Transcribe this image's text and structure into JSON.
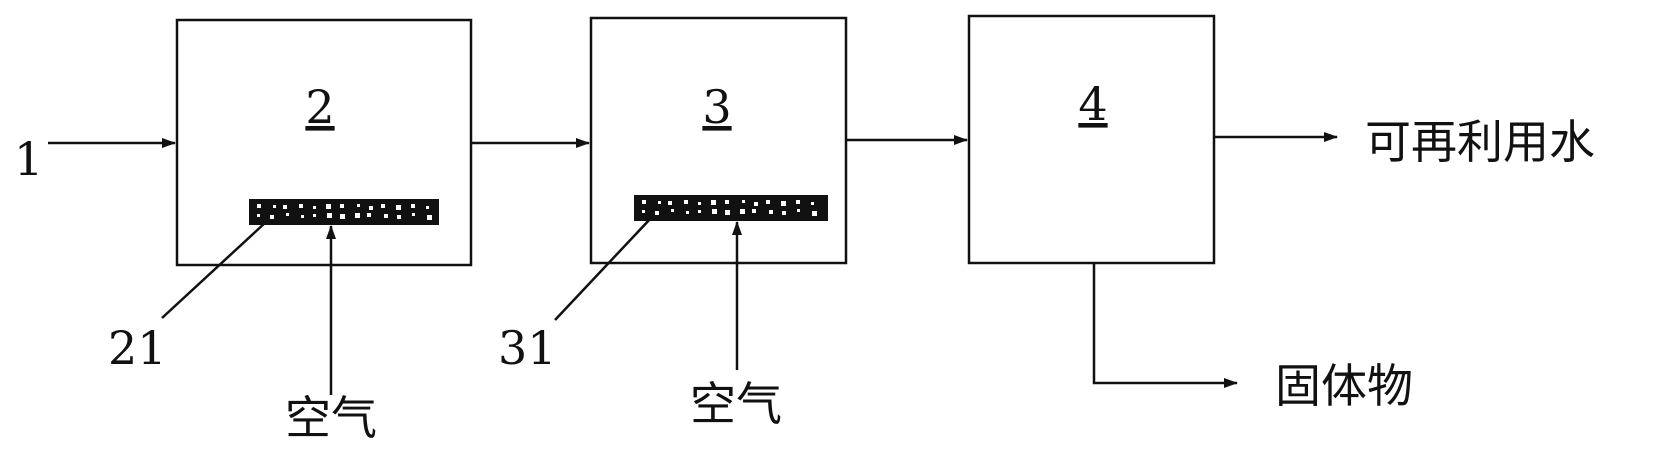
{
  "diagram": {
    "inlet_label": "1",
    "units": [
      {
        "id": "2",
        "aerator_label": "21",
        "air_label": "空气"
      },
      {
        "id": "3",
        "aerator_label": "31",
        "air_label": "空气"
      },
      {
        "id": "4"
      }
    ],
    "outputs": {
      "water": "可再利用水",
      "solids": "固体物"
    }
  }
}
